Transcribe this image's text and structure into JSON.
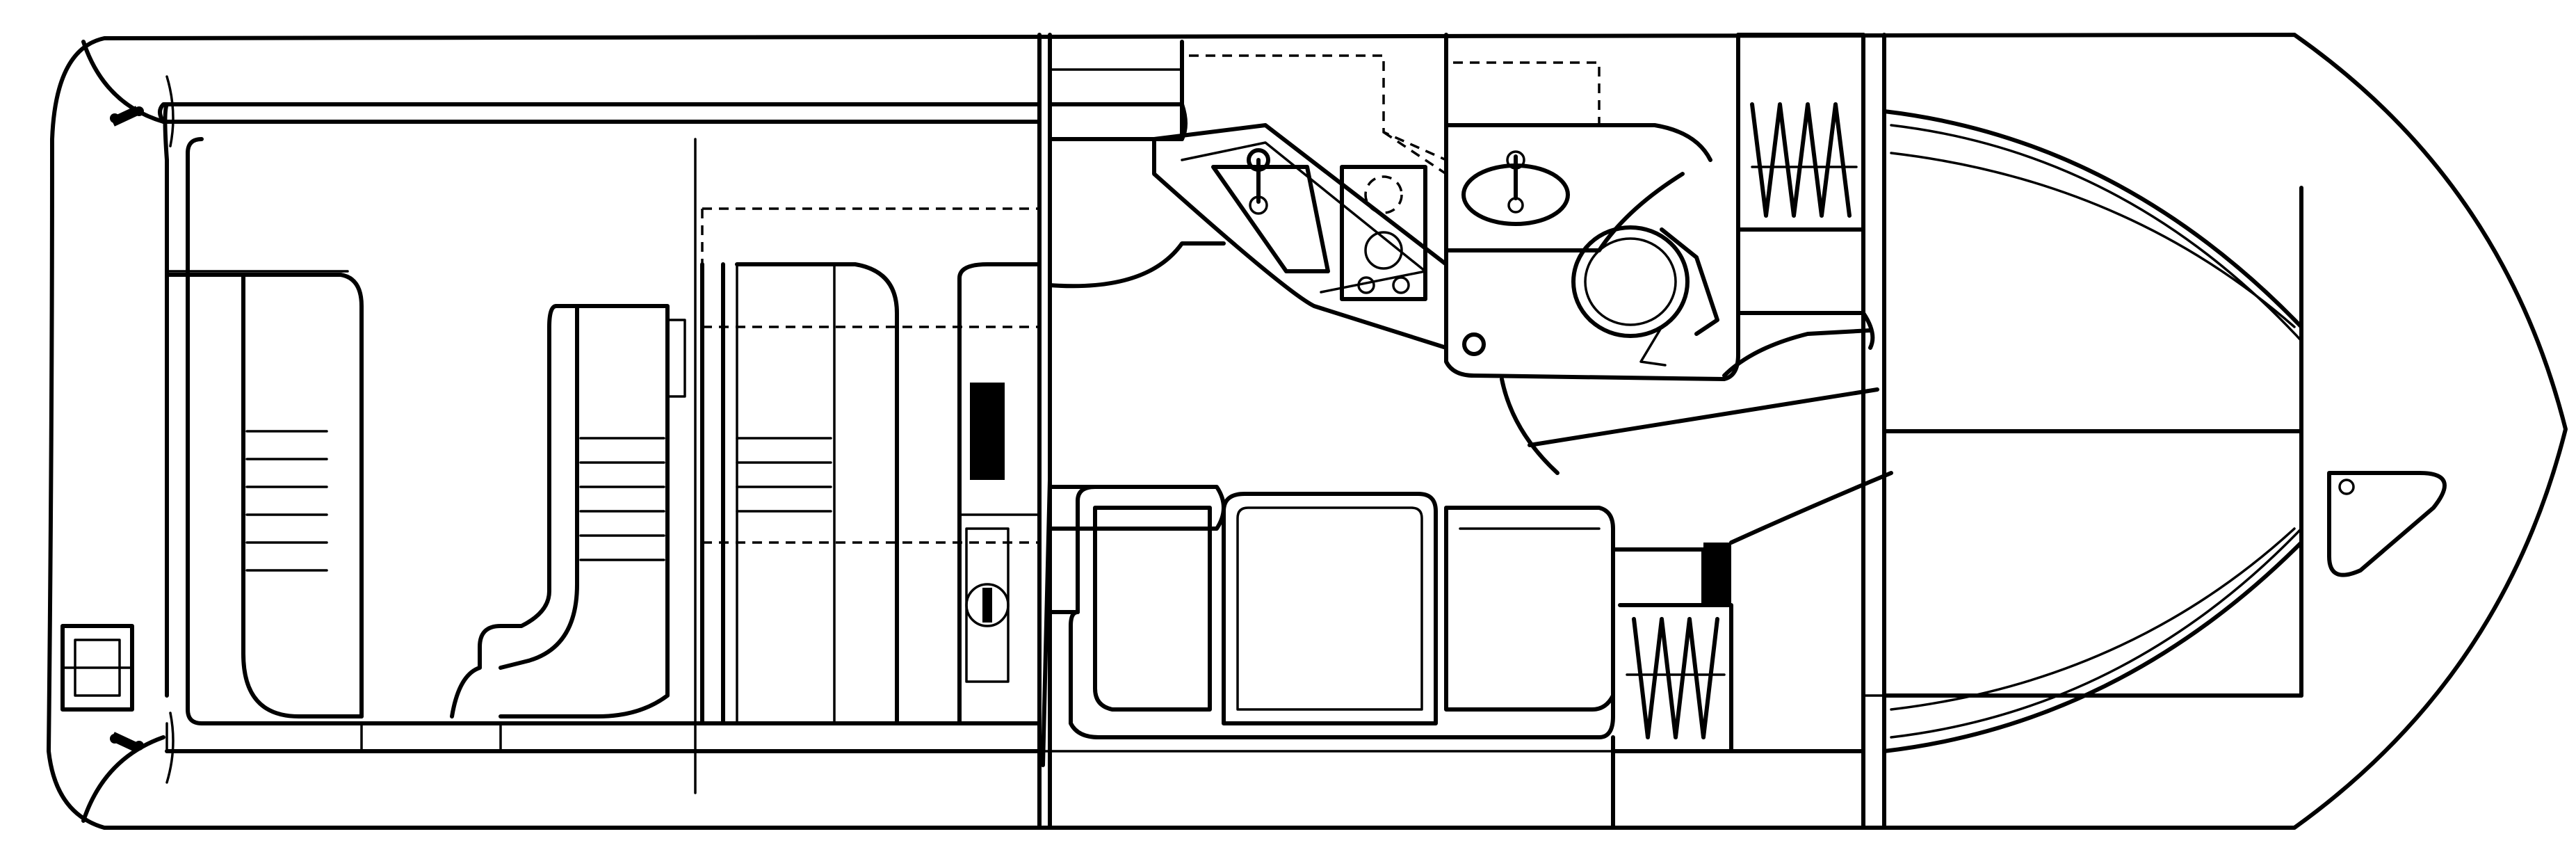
{
  "diagram": {
    "subject": "boat-deck-layout",
    "stroke_color": "#000000",
    "background": "#ffffff",
    "zones": [
      "transom",
      "cockpit",
      "cabin",
      "galley",
      "head",
      "salon-dinette",
      "v-berth"
    ]
  }
}
